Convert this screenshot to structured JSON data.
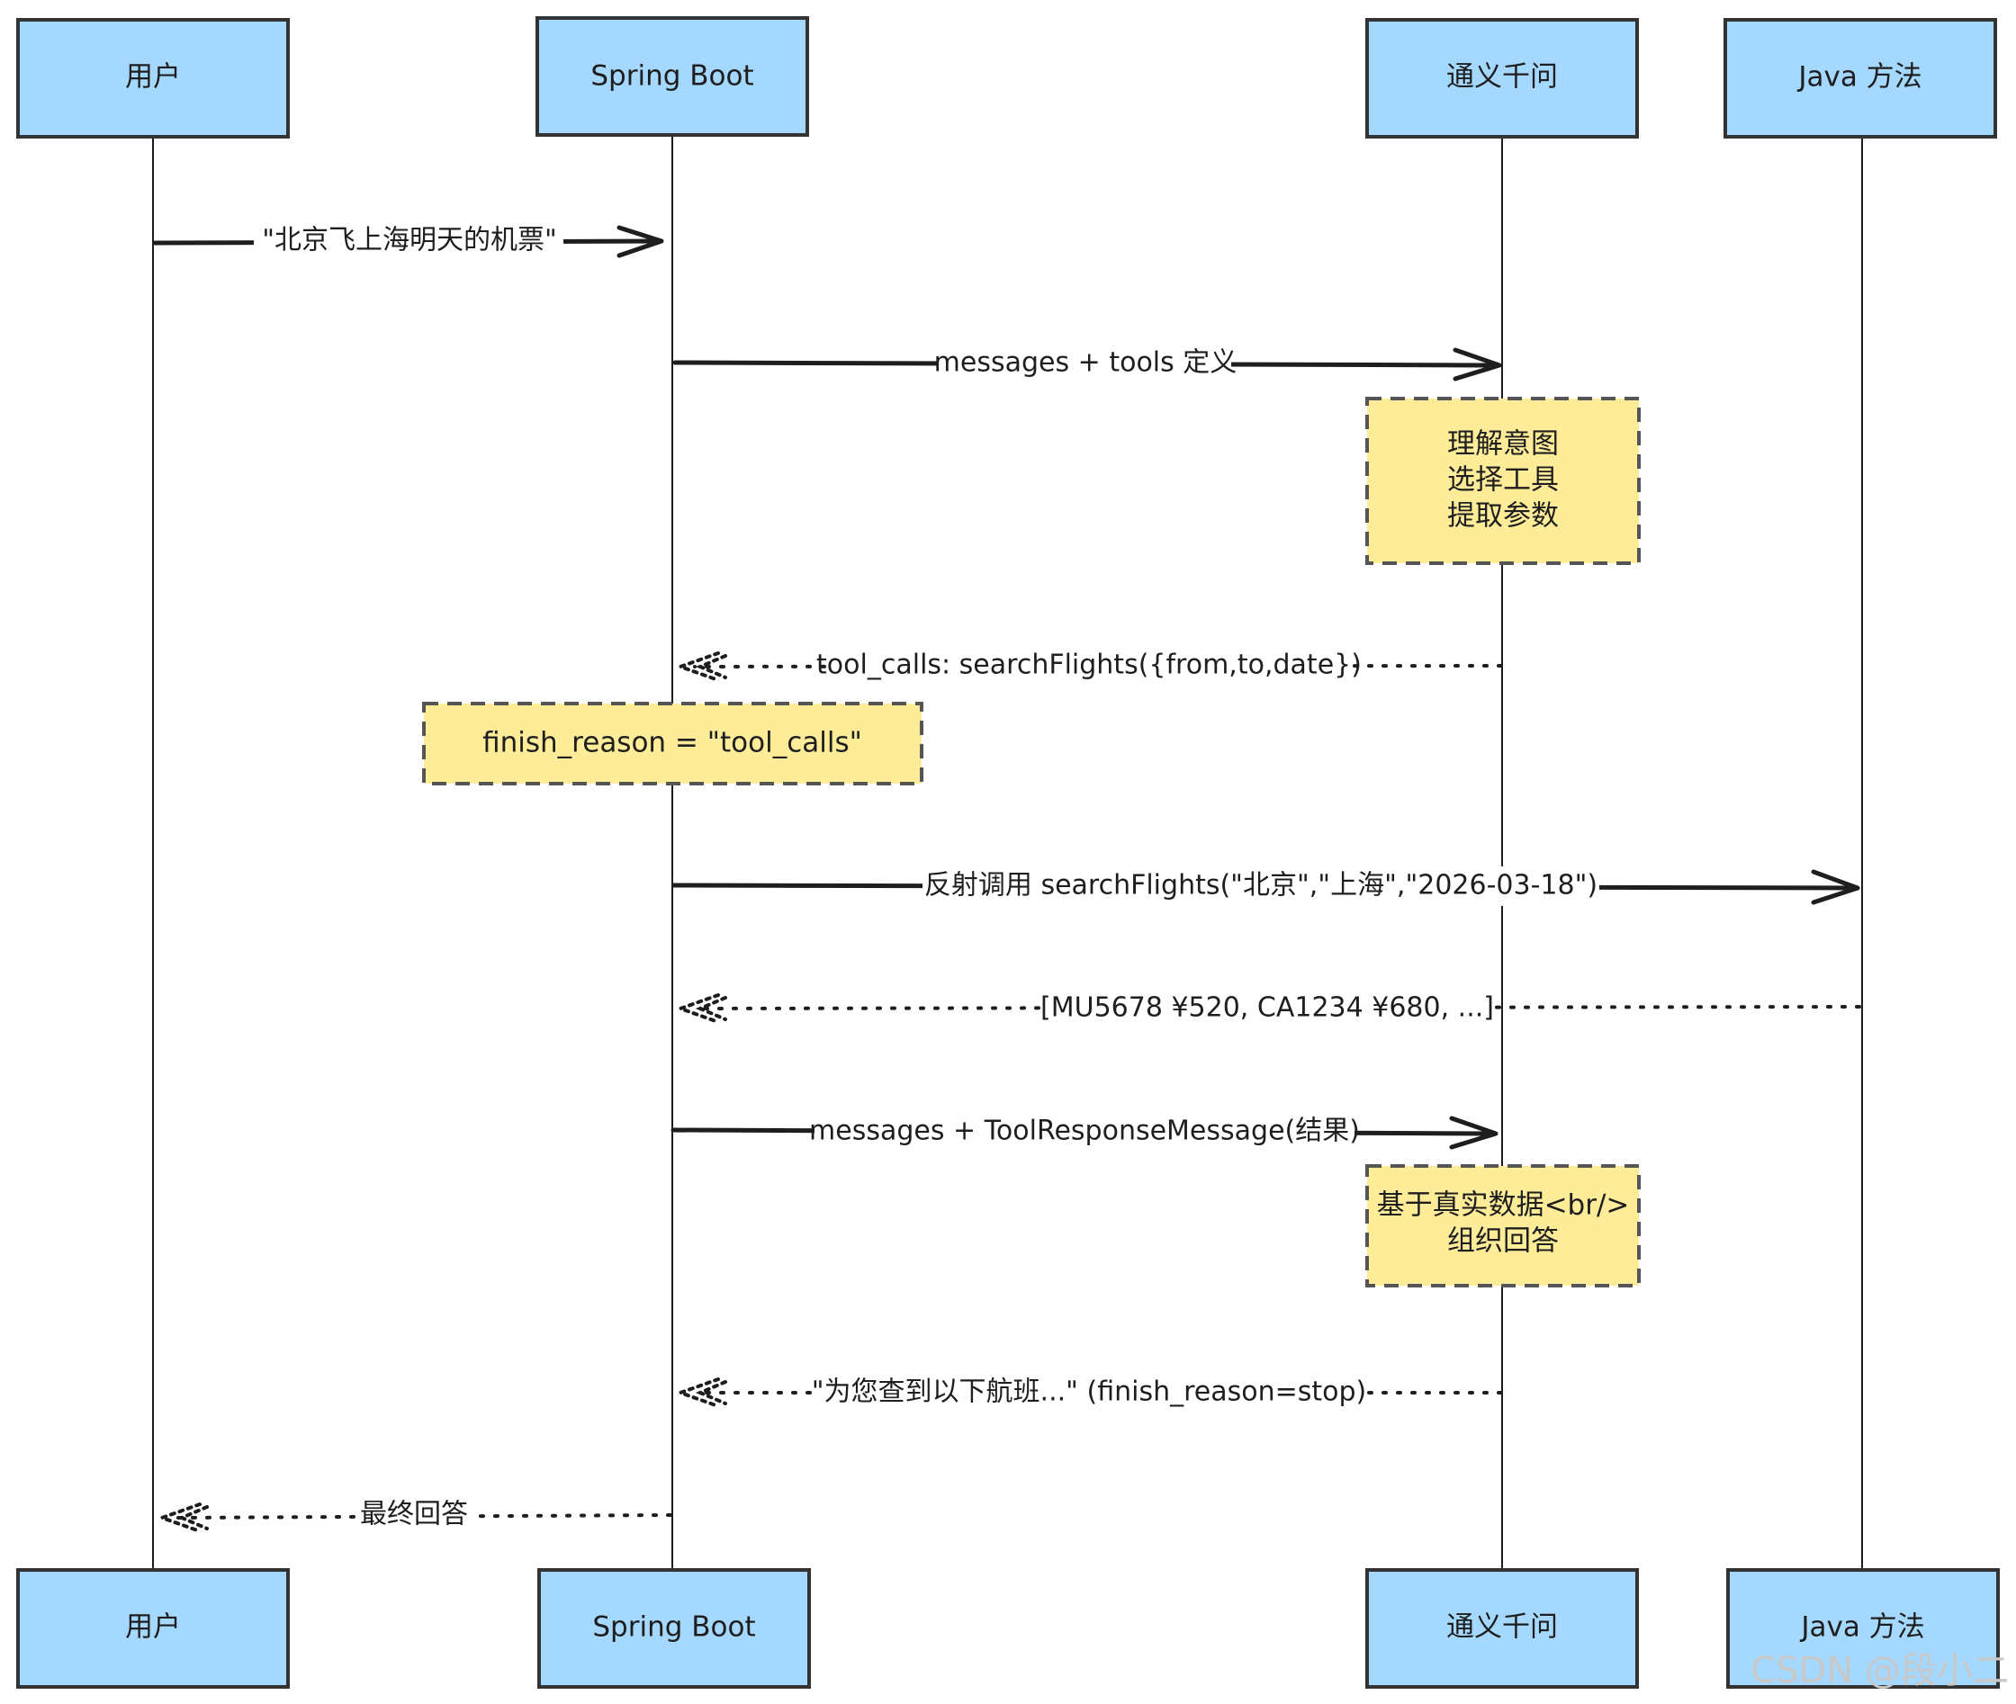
{
  "participants": {
    "user": "用户",
    "spring": "Spring Boot",
    "tongyi": "通义千问",
    "java": "Java 方法"
  },
  "messages": [
    {
      "from": "user",
      "to": "spring",
      "style": "solid",
      "label": "\"北京飞上海明天的机票\""
    },
    {
      "from": "spring",
      "to": "tongyi",
      "style": "solid",
      "label": "messages + tools 定义"
    },
    {
      "from": "tongyi",
      "to": "spring",
      "style": "dotted",
      "label": "tool_calls: searchFlights({from,to,date})"
    },
    {
      "from": "spring",
      "to": "java",
      "style": "solid",
      "label": "反射调用 searchFlights(\"北京\",\"上海\",\"2026-03-18\")"
    },
    {
      "from": "java",
      "to": "spring",
      "style": "dotted",
      "label": "[MU5678 ¥520, CA1234 ¥680, ...]"
    },
    {
      "from": "spring",
      "to": "tongyi",
      "style": "solid",
      "label": "messages + ToolResponseMessage(结果)"
    },
    {
      "from": "tongyi",
      "to": "spring",
      "style": "dotted",
      "label": "\"为您查到以下航班...\" (finish_reason=stop)"
    },
    {
      "from": "spring",
      "to": "user",
      "style": "dotted",
      "label": "最终回答"
    }
  ],
  "notes": [
    {
      "over": "tongyi",
      "lines": [
        "理解意图",
        "选择工具",
        "提取参数"
      ]
    },
    {
      "over": "spring",
      "lines": [
        "finish_reason = \"tool_calls\""
      ]
    },
    {
      "over": "tongyi",
      "lines": [
        "基于真实数据<br/>",
        "组织回答"
      ]
    }
  ],
  "watermark": "CSDN @段小二",
  "colors": {
    "actor_fill": "#a5d8ff",
    "note_fill": "#ffec99",
    "line": "#1e1e1e"
  }
}
